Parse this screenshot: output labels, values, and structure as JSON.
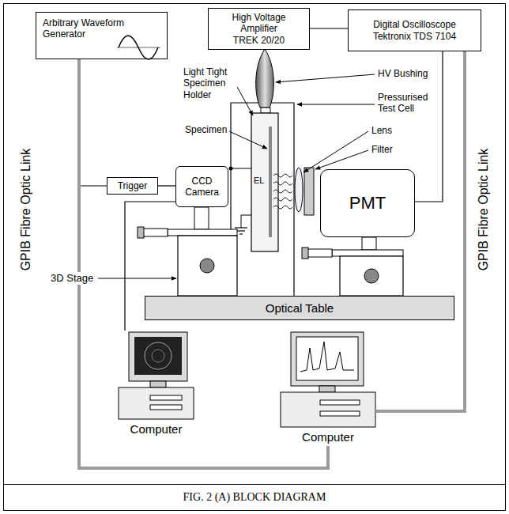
{
  "diagram": {
    "caption": "FIG. 2 (A) BLOCK DIAGRAM",
    "nodes": [
      {
        "text": [
          "Arbitrary Waveform Generator"
        ]
      },
      {
        "text": [
          "High Voltage Amplifier TREK 20/20"
        ]
      },
      {
        "text": [
          "Digital Oscilloscope Tektronix TDS 7104"
        ]
      },
      {
        "text": [
          "Trigger"
        ]
      },
      {
        "text": [
          "CCD Camera"
        ]
      },
      {
        "text": [
          "PMT"
        ]
      },
      {
        "text": [
          "Optical Table"
        ]
      },
      {
        "text": [
          "Computer"
        ]
      },
      {
        "text": [
          "Computer"
        ]
      }
    ],
    "edges": [
      {
        "from": 0,
        "to": 8,
        "arrow": "none"
      },
      {
        "from": 2,
        "to": 8,
        "arrow": "none"
      },
      {
        "from": 1,
        "to": 2,
        "arrow": "none"
      },
      {
        "from": 3,
        "to": 4,
        "arrow": "none"
      },
      {
        "from": 7,
        "to": 4,
        "arrow": "none"
      },
      {
        "from": 2,
        "to": 5,
        "arrow": "none"
      }
    ],
    "labels": [
      "Light Tight Specimen Holder",
      "HV Bushing",
      "Pressurised Test Cell",
      "Specimen",
      "Lens",
      "Filter",
      "EL",
      "3D Stage",
      "GPIB Fibre Optic Link",
      "GPIB Fibre Optic Link"
    ]
  }
}
